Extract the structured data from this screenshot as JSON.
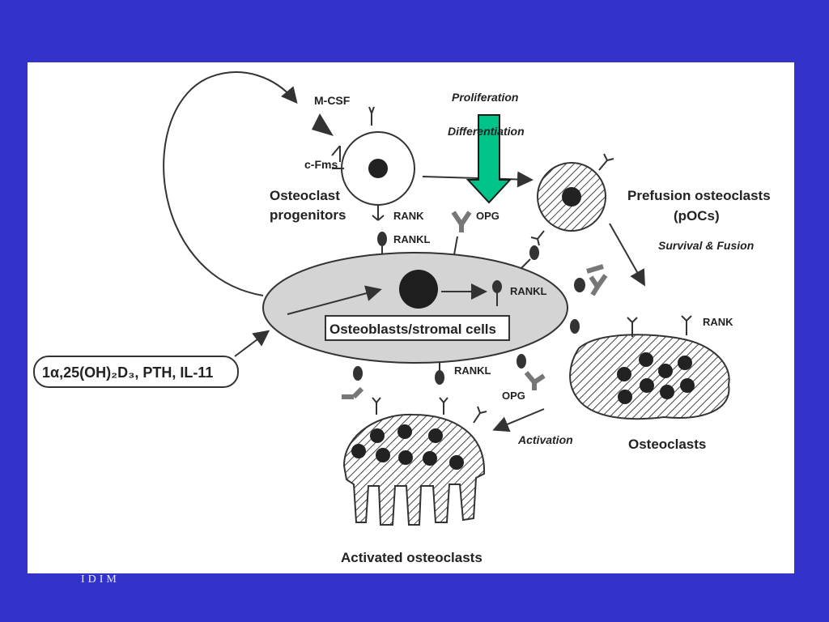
{
  "labels": {
    "mcsf": "M-CSF",
    "proliferation": "Proliferation",
    "differentiation": "Differentiation",
    "cfms": "c-Fms",
    "progenitors_line1": "Osteoclast",
    "progenitors_line2": "progenitors",
    "rank_top": "RANK",
    "rankl_top": "RANKL",
    "opg_top": "OPG",
    "prefusion_line1": "Prefusion osteoclasts",
    "prefusion_line2": "(pOCs)",
    "survival_fusion": "Survival & Fusion",
    "rankl_center": "RANKL",
    "stromal": "Osteoblasts/stromal cells",
    "hormones": "1α,25(OH)₂D₃, PTH, IL-11",
    "rank_right": "RANK",
    "rankl_bottom": "RANKL",
    "opg_bottom": "OPG",
    "activation": "Activation",
    "osteoclasts": "Osteoclasts",
    "activated": "Activated osteoclasts"
  },
  "footer": "IDIM",
  "colors": {
    "background": "#3333cc",
    "panel": "#ffffff",
    "highlight_arrow": "#00c389"
  }
}
